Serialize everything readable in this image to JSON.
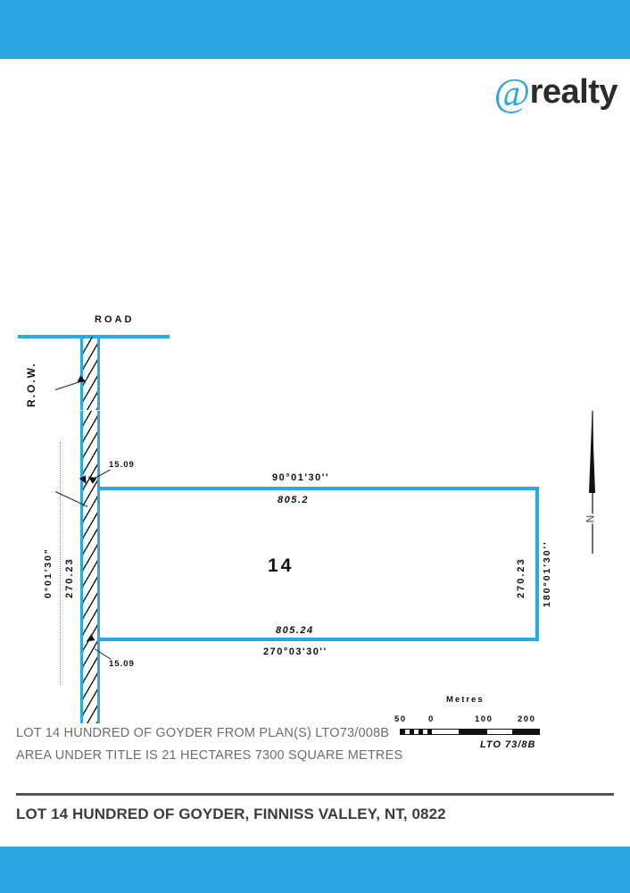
{
  "banner": {
    "color_top": "#2BA6E0",
    "color_bottom": "#2BA6E0"
  },
  "brand": {
    "at_symbol": "@",
    "name": "realty"
  },
  "plan": {
    "road_label": "ROAD",
    "row_label": "R.O.W.",
    "lot_number": "14",
    "accent_color": "#29ABE2",
    "offsets": {
      "upper": "15.09",
      "lower": "15.09"
    },
    "boundaries": {
      "top_bearing": "90°01'30''",
      "top_distance": "805.2",
      "bottom_distance": "805.24",
      "bottom_bearing": "270°03'30''",
      "left_bearing": "0°01'30\"",
      "left_distance": "270.23",
      "right_distance": "270.23",
      "right_bearing": "180°01'30''"
    },
    "north_label": "N",
    "scale": {
      "title": "Metres",
      "ticks": [
        "50",
        "0",
        "100",
        "200"
      ],
      "reference": "LTO 73/8B"
    }
  },
  "footer": {
    "description_line_1": "LOT 14 HUNDRED OF GOYDER FROM PLAN(S) LTO73/008B",
    "description_line_2": "AREA UNDER TITLE IS 21 HECTARES 7300 SQUARE METRES",
    "title": "LOT 14 HUNDRED OF GOYDER, FINNISS VALLEY, NT, 0822"
  }
}
